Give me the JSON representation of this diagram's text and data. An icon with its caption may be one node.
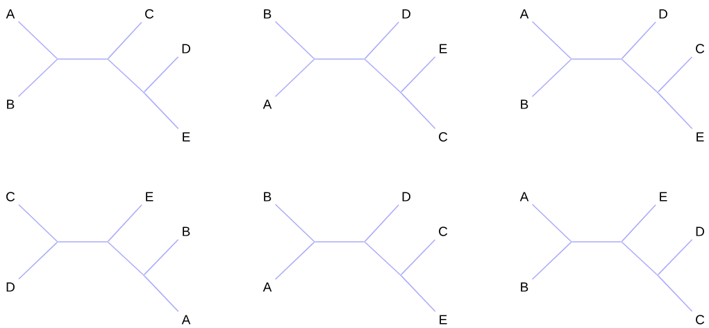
{
  "diagram": {
    "nodes": [
      {
        "text": [
          "A"
        ]
      },
      {
        "text": [
          "B"
        ]
      },
      {
        "text": [
          "C"
        ]
      },
      {
        "text": [
          "D"
        ]
      },
      {
        "text": [
          "E"
        ]
      },
      {
        "text": [],
        "shape": "point"
      },
      {
        "text": [],
        "shape": "point"
      },
      {
        "text": [],
        "shape": "point"
      },
      {
        "text": [
          "B"
        ]
      },
      {
        "text": [
          "A"
        ]
      },
      {
        "text": [
          "D"
        ]
      },
      {
        "text": [
          "E"
        ]
      },
      {
        "text": [
          "C"
        ]
      },
      {
        "text": [],
        "shape": "point"
      },
      {
        "text": [],
        "shape": "point"
      },
      {
        "text": [],
        "shape": "point"
      },
      {
        "text": [
          "A"
        ]
      },
      {
        "text": [
          "B"
        ]
      },
      {
        "text": [
          "D"
        ]
      },
      {
        "text": [
          "C"
        ]
      },
      {
        "text": [
          "E"
        ]
      },
      {
        "text": [],
        "shape": "point"
      },
      {
        "text": [],
        "shape": "point"
      },
      {
        "text": [],
        "shape": "point"
      },
      {
        "text": [
          "C"
        ]
      },
      {
        "text": [
          "D"
        ]
      },
      {
        "text": [
          "E"
        ]
      },
      {
        "text": [
          "B"
        ]
      },
      {
        "text": [
          "A"
        ]
      },
      {
        "text": [],
        "shape": "point"
      },
      {
        "text": [],
        "shape": "point"
      },
      {
        "text": [],
        "shape": "point"
      },
      {
        "text": [
          "B"
        ]
      },
      {
        "text": [
          "A"
        ]
      },
      {
        "text": [
          "D"
        ]
      },
      {
        "text": [
          "C"
        ]
      },
      {
        "text": [
          "E"
        ]
      },
      {
        "text": [],
        "shape": "point"
      },
      {
        "text": [],
        "shape": "point"
      },
      {
        "text": [],
        "shape": "point"
      },
      {
        "text": [
          "A"
        ]
      },
      {
        "text": [
          "B"
        ]
      },
      {
        "text": [
          "E"
        ]
      },
      {
        "text": [
          "D"
        ]
      },
      {
        "text": [
          "C"
        ]
      },
      {
        "text": [],
        "shape": "point"
      },
      {
        "text": [],
        "shape": "point"
      },
      {
        "text": [],
        "shape": "point"
      }
    ],
    "edges": [
      {
        "from": 0,
        "to": 5,
        "arrow": "none"
      },
      {
        "from": 1,
        "to": 5,
        "arrow": "none"
      },
      {
        "from": 5,
        "to": 6,
        "arrow": "none"
      },
      {
        "from": 2,
        "to": 6,
        "arrow": "none"
      },
      {
        "from": 6,
        "to": 7,
        "arrow": "none"
      },
      {
        "from": 3,
        "to": 7,
        "arrow": "none"
      },
      {
        "from": 4,
        "to": 7,
        "arrow": "none"
      },
      {
        "from": 8,
        "to": 13,
        "arrow": "none"
      },
      {
        "from": 9,
        "to": 13,
        "arrow": "none"
      },
      {
        "from": 13,
        "to": 14,
        "arrow": "none"
      },
      {
        "from": 10,
        "to": 14,
        "arrow": "none"
      },
      {
        "from": 14,
        "to": 15,
        "arrow": "none"
      },
      {
        "from": 11,
        "to": 15,
        "arrow": "none"
      },
      {
        "from": 12,
        "to": 15,
        "arrow": "none"
      },
      {
        "from": 16,
        "to": 21,
        "arrow": "none"
      },
      {
        "from": 17,
        "to": 21,
        "arrow": "none"
      },
      {
        "from": 21,
        "to": 22,
        "arrow": "none"
      },
      {
        "from": 18,
        "to": 22,
        "arrow": "none"
      },
      {
        "from": 22,
        "to": 23,
        "arrow": "none"
      },
      {
        "from": 19,
        "to": 23,
        "arrow": "none"
      },
      {
        "from": 20,
        "to": 23,
        "arrow": "none"
      },
      {
        "from": 24,
        "to": 29,
        "arrow": "none"
      },
      {
        "from": 25,
        "to": 29,
        "arrow": "none"
      },
      {
        "from": 29,
        "to": 30,
        "arrow": "none"
      },
      {
        "from": 26,
        "to": 30,
        "arrow": "none"
      },
      {
        "from": 30,
        "to": 31,
        "arrow": "none"
      },
      {
        "from": 27,
        "to": 31,
        "arrow": "none"
      },
      {
        "from": 28,
        "to": 31,
        "arrow": "none"
      },
      {
        "from": 32,
        "to": 37,
        "arrow": "none"
      },
      {
        "from": 33,
        "to": 37,
        "arrow": "none"
      },
      {
        "from": 37,
        "to": 38,
        "arrow": "none"
      },
      {
        "from": 34,
        "to": 38,
        "arrow": "none"
      },
      {
        "from": 38,
        "to": 39,
        "arrow": "none"
      },
      {
        "from": 35,
        "to": 39,
        "arrow": "none"
      },
      {
        "from": 36,
        "to": 39,
        "arrow": "none"
      },
      {
        "from": 40,
        "to": 45,
        "arrow": "none"
      },
      {
        "from": 41,
        "to": 45,
        "arrow": "none"
      },
      {
        "from": 45,
        "to": 46,
        "arrow": "none"
      },
      {
        "from": 42,
        "to": 46,
        "arrow": "none"
      },
      {
        "from": 46,
        "to": 47,
        "arrow": "none"
      },
      {
        "from": 43,
        "to": 47,
        "arrow": "none"
      },
      {
        "from": 44,
        "to": 47,
        "arrow": "none"
      }
    ]
  }
}
